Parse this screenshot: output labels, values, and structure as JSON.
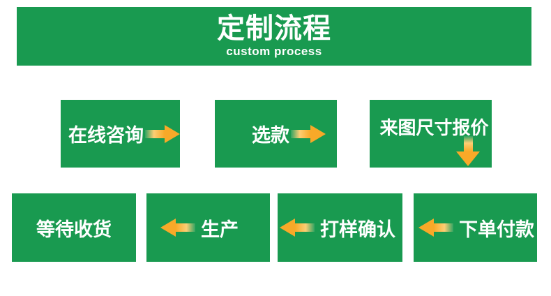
{
  "header": {
    "title": "定制流程",
    "subtitle": "custom process"
  },
  "flow": {
    "row1": [
      {
        "label": "在线咨询",
        "arrow": "right"
      },
      {
        "label": "选款",
        "arrow": "right"
      },
      {
        "label": "来图尺寸报价",
        "arrow": "down"
      }
    ],
    "row2": [
      {
        "label": "等待收货",
        "arrow": "none"
      },
      {
        "label": "生产",
        "arrow": "left"
      },
      {
        "label": "打样确认",
        "arrow": "left"
      },
      {
        "label": "下单付款",
        "arrow": "left"
      }
    ]
  },
  "colors": {
    "box_green": "#199a50",
    "arrow_orange": "#f8a928",
    "arrow_tail_light": "#fcce74",
    "text": "#ffffff",
    "background": "#ffffff"
  }
}
